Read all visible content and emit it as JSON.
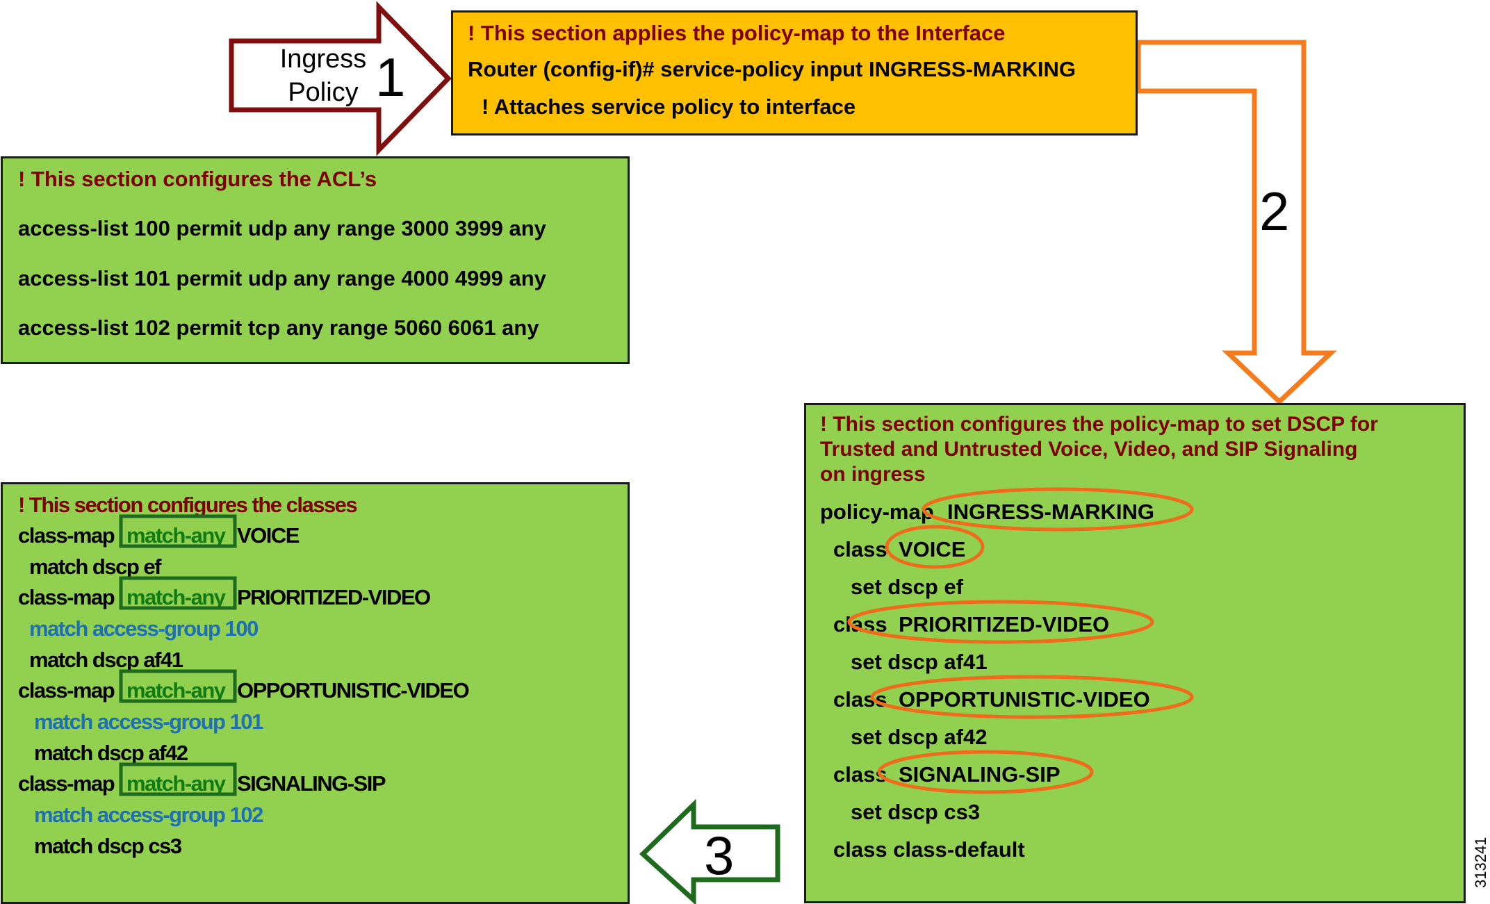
{
  "step1": {
    "label_line1": "Ingress",
    "label_line2": "Policy",
    "number": "1"
  },
  "step2": {
    "number": "2"
  },
  "step3": {
    "number": "3"
  },
  "interface_box": {
    "header": "! This section applies the policy-map to the Interface",
    "command": "Router (config-if)# service-policy input INGRESS-MARKING",
    "comment": "! Attaches service policy to interface"
  },
  "acl_box": {
    "header": "! This section configures the ACL’s",
    "lines": [
      "access-list 100 permit udp any range 3000 3999 any",
      "access-list 101 permit udp any range 4000 4999 any",
      "access-list 102 permit tcp any range 5060 6061 any"
    ]
  },
  "policy_box": {
    "header_lines": [
      "! This section configures the policy-map to set DSCP for",
      "Trusted and Untrusted Voice, Video, and SIP Signaling",
      "on ingress"
    ],
    "policy_map_kw": "policy-map",
    "policy_map_name": "INGRESS-MARKING",
    "class_kw": "class",
    "entries": [
      {
        "class": "VOICE",
        "set": "set dscp ef"
      },
      {
        "class": "PRIORITIZED-VIDEO",
        "set": "set dscp af41"
      },
      {
        "class": "OPPORTUNISTIC-VIDEO",
        "set": "set dscp af42"
      },
      {
        "class": "SIGNALING-SIP",
        "set": "set dscp cs3"
      }
    ],
    "default_line": "class class-default"
  },
  "classes_box": {
    "header": "! This section configures the classes",
    "class_map_kw": "class-map",
    "match_any": "match-any",
    "entries": [
      {
        "name": "VOICE",
        "matches": [
          {
            "text": "match dscp ef",
            "style": "black"
          }
        ]
      },
      {
        "name": "PRIORITIZED-VIDEO",
        "matches": [
          {
            "text": "match access-group 100",
            "style": "blue"
          },
          {
            "text": "match dscp af41",
            "style": "black"
          }
        ]
      },
      {
        "name": "OPPORTUNISTIC-VIDEO",
        "matches": [
          {
            "text": "match access-group 101",
            "style": "blue"
          },
          {
            "text": "match dscp af42",
            "style": "black"
          }
        ]
      },
      {
        "name": "SIGNALING-SIP",
        "matches": [
          {
            "text": "match access-group 102",
            "style": "blue"
          },
          {
            "text": "match dscp cs3",
            "style": "black"
          }
        ]
      }
    ]
  },
  "figure_id": "313241",
  "colors": {
    "box_green": "#92d050",
    "box_orange": "#ffc000",
    "header_red": "#7f0000",
    "arrow_darkred": "#7f0f0f",
    "arrow_orange": "#f57b1c",
    "arrow_green": "#1e6b1e",
    "oval_orange": "#ef6c1c",
    "match_green": "#117a11",
    "access_blue": "#1f6fb5"
  }
}
